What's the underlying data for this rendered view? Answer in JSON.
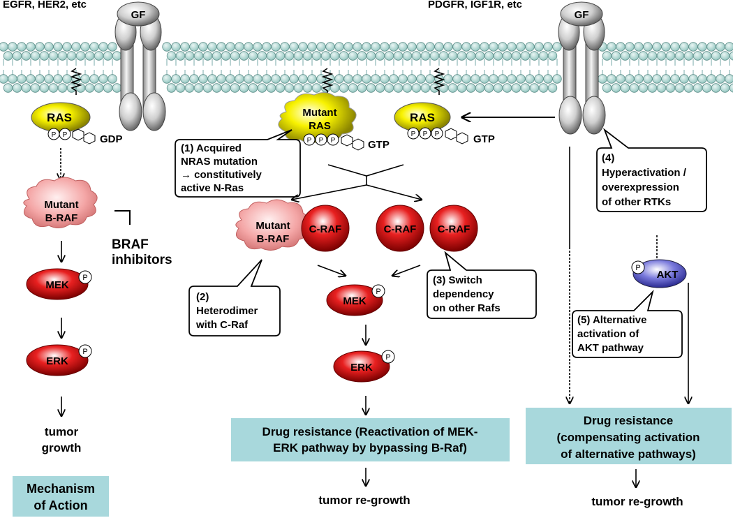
{
  "receptors": {
    "left_label": "EGFR, HER2, etc",
    "right_label": "PDGFR, IGF1R, etc",
    "gf": "GF"
  },
  "left_pathway": {
    "ras": "RAS",
    "gdp": "GDP",
    "p": "P",
    "braf_line1": "Mutant",
    "braf_line2": "B-RAF",
    "inhibitor_line1": "BRAF",
    "inhibitor_line2": "inhibitors",
    "mek": "MEK",
    "erk": "ERK",
    "outcome_line1": "tumor",
    "outcome_line2": "growth",
    "box_line1": "Mechanism",
    "box_line2": "of Action"
  },
  "middle_pathway": {
    "mutant_ras_line1": "Mutant",
    "mutant_ras_line2": "RAS",
    "gtp": "GTP",
    "callout1": [
      "(1) Acquired",
      "NRAS mutation",
      "→ constitutively",
      "active N-Ras"
    ],
    "braf_line1": "Mutant",
    "braf_line2": "B-RAF",
    "craf": "C-RAF",
    "callout2": [
      "(2)",
      "Heterodimer",
      "with C-Raf"
    ],
    "callout3": [
      "(3) Switch",
      "dependency",
      "on other Rafs"
    ],
    "mek": "MEK",
    "erk": "ERK",
    "box_line1": "Drug resistance (Reactivation of MEK-",
    "box_line2": "ERK pathway by bypassing B-Raf)",
    "outcome": "tumor re-growth"
  },
  "right_pathway": {
    "ras": "RAS",
    "gtp": "GTP",
    "callout4": [
      "(4)",
      "Hyperactivation /",
      "overexpression",
      "of other RTKs"
    ],
    "akt": "AKT",
    "callout5": [
      "(5) Alternative",
      "activation of",
      "AKT pathway"
    ],
    "box_line1": "Drug resistance",
    "box_line2": "(compensating activation",
    "box_line3": "of alternative pathways)",
    "outcome": "tumor re-growth"
  },
  "colors": {
    "ras_yellow": "#f4f000",
    "red_node": "#d81818",
    "braf_pink": "#f4a6a6",
    "akt_blue": "#6f6fd8",
    "result_box": "#a8d8dc",
    "lipid_head": "#b8dcd8"
  }
}
